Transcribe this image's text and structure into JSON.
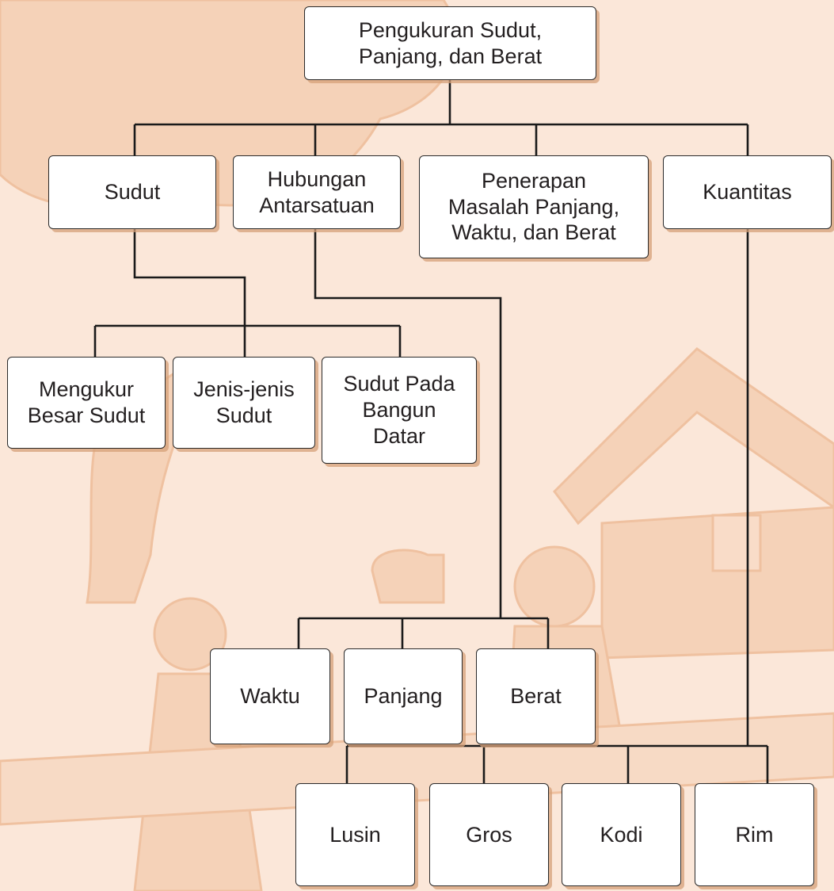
{
  "colors": {
    "background": "#fbe7d9",
    "box_fill": "#ffffff",
    "box_border": "#2a2a2a",
    "box_shadow": "#d6a078",
    "connector": "#1a1a1a",
    "text": "#231f20"
  },
  "diagram": {
    "root": "Pengukuran Sudut,\nPanjang, dan Berat",
    "sudut": "Sudut",
    "hubungan": "Hubungan\nAntarsatuan",
    "penerapan": "Penerapan\nMasalah Panjang,\nWaktu, dan Berat",
    "kuantitas": "Kuantitas",
    "mengukur": "Mengukur\nBesar Sudut",
    "jenis": "Jenis-jenis\nSudut",
    "sudut_pada": "Sudut Pada\nBangun\nDatar",
    "waktu": "Waktu",
    "panjang": "Panjang",
    "berat": "Berat",
    "lusin": "Lusin",
    "gros": "Gros",
    "kodi": "Kodi",
    "rim": "Rim"
  }
}
